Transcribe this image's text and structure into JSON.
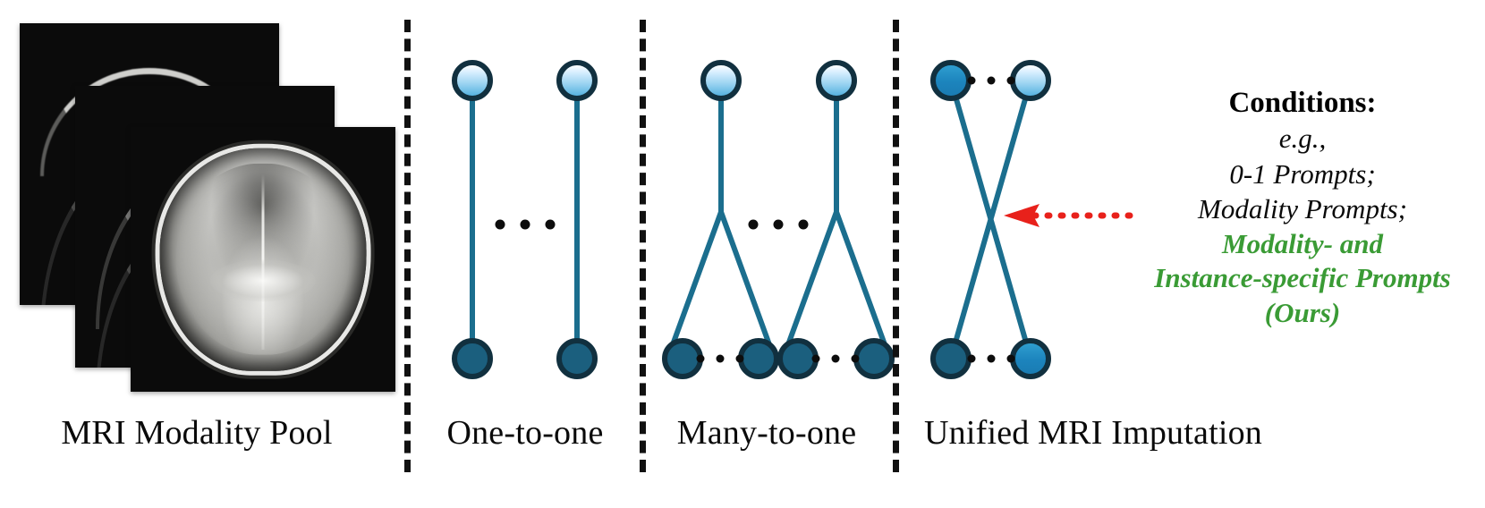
{
  "figure": {
    "panels": [
      {
        "id": "mri-pool",
        "caption": "MRI Modality Pool"
      },
      {
        "id": "one-to-one",
        "caption": "One-to-one"
      },
      {
        "id": "many-to-one",
        "caption": "Many-to-one"
      },
      {
        "id": "unified",
        "caption": "Unified MRI Imputation"
      }
    ],
    "ellipsis": "...",
    "conditions": {
      "title": "Conditions",
      "title_colon": ":",
      "lines": [
        "e.g.,",
        "0-1 Prompts;",
        "Modality Prompts;"
      ],
      "highlight_lines": [
        "Modality- and",
        "Instance-specific Prompts",
        "(Ours)"
      ]
    },
    "icons": {
      "mri-slice": "brain-mri-slice-icon",
      "arrow": "red-dotted-arrow-icon"
    },
    "colors": {
      "node_light": "#9fd5f2",
      "node_mid": "#1c84bd",
      "node_dark": "#1b5f7e",
      "node_ring": "#11303f",
      "edge": "#1b6e8e",
      "arrow_red": "#e8211b",
      "highlight_green": "#3a9b35",
      "separator": "#111111",
      "background": "#ffffff"
    }
  }
}
